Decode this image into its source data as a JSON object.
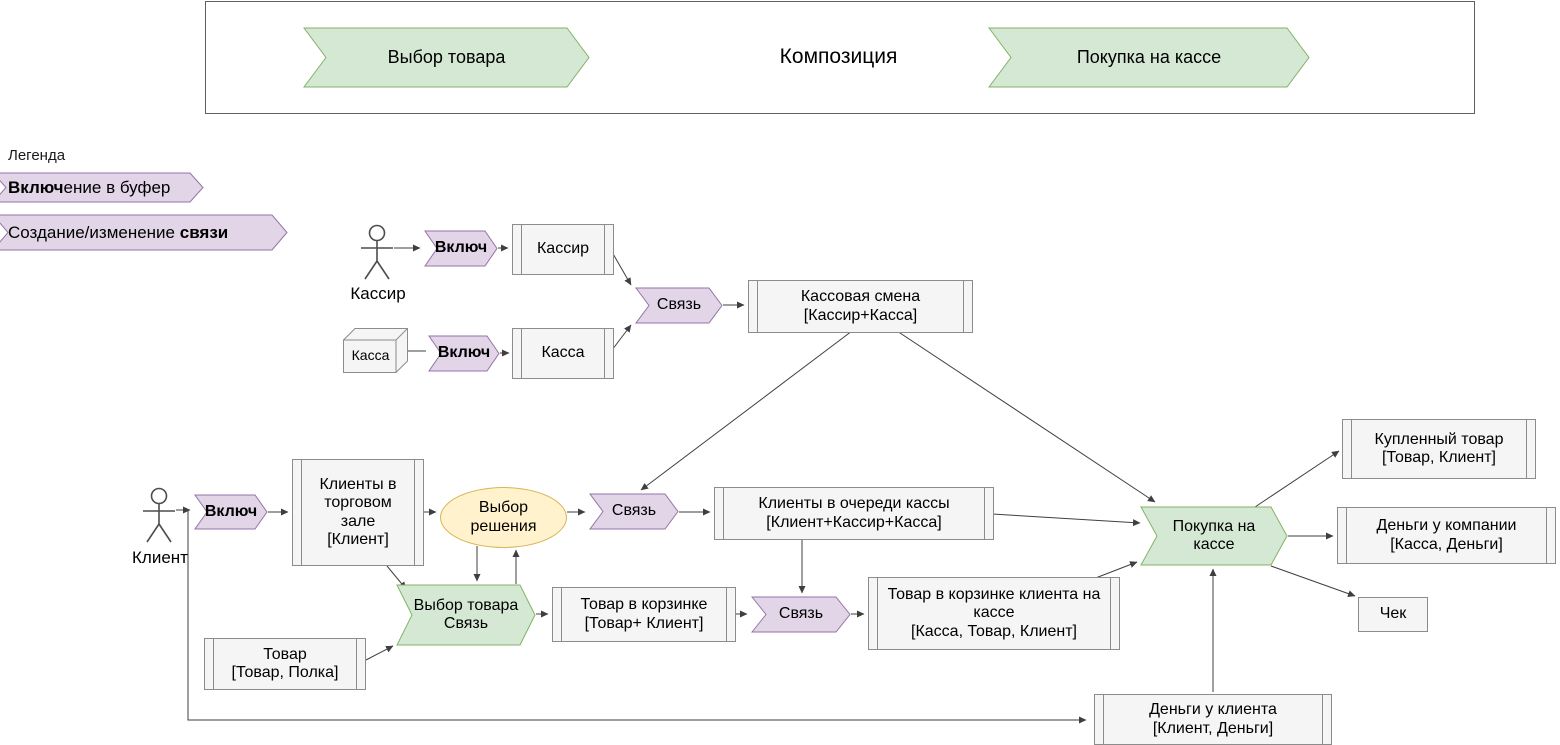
{
  "banner": {
    "step_left": "Выбор товара",
    "title": "Композиция",
    "step_right": "Покупка на кассе"
  },
  "legend": {
    "title": "Легенда",
    "item1": {
      "bold": "Включ",
      "rest": "ение в буфер"
    },
    "item2": {
      "start": "Создание/изменение ",
      "bold": "связи"
    }
  },
  "top_flow": {
    "actor_label": "Кассир",
    "include_cashier": "Включ",
    "buffer_cashier": "Кассир",
    "cube_label": "Касса",
    "include_register": "Включ",
    "buffer_register": "Касса",
    "link": "Связь",
    "shift": {
      "name": "Кассовая смена",
      "tag": "[Кассир+Касса]"
    }
  },
  "main_flow": {
    "actor_label": "Клиент",
    "include_client": "Включ",
    "clients_hall": {
      "name": "Клиенты в торговом зале",
      "tag": "[Клиент]"
    },
    "decision": "Выбор решения",
    "link_queue": "Связь",
    "queue": {
      "name": "Клиенты в очереди кассы",
      "tag": "[Клиент+Кассир+Касса]"
    },
    "choose_goods": {
      "line1": "Выбор товара",
      "line2": "Связь"
    },
    "basket": {
      "name": "Товар в корзинке",
      "tag": "[Товар+ Клиент]"
    },
    "link_basket": "Связь",
    "basket_checkout": {
      "name": "Товар в корзинке клиента на кассе",
      "tag": "[Касса, Товар, Клиент]"
    },
    "purchase": "Покупка на кассе",
    "goods": {
      "name": "Товар",
      "tag": "[Товар, Полка]"
    },
    "bought": {
      "name": "Купленный товар",
      "tag": "[Товар, Клиент]"
    },
    "company_money": {
      "name": "Деньги у компании",
      "tag": "[Касса, Деньги]"
    },
    "check": "Чек",
    "client_money": {
      "name": "Деньги у клиента",
      "tag": "[Клиент, Деньги]"
    }
  },
  "colors": {
    "green_fill": "#d5e8d4",
    "green_stroke": "#82b366",
    "purple_fill": "#e1d5e7",
    "purple_stroke": "#9673a6",
    "yellow_fill": "#fff2cc",
    "yellow_stroke": "#d6b656",
    "box_fill": "#f5f5f5",
    "box_stroke": "#8c8c8c",
    "edge": "#3f3f3f"
  }
}
